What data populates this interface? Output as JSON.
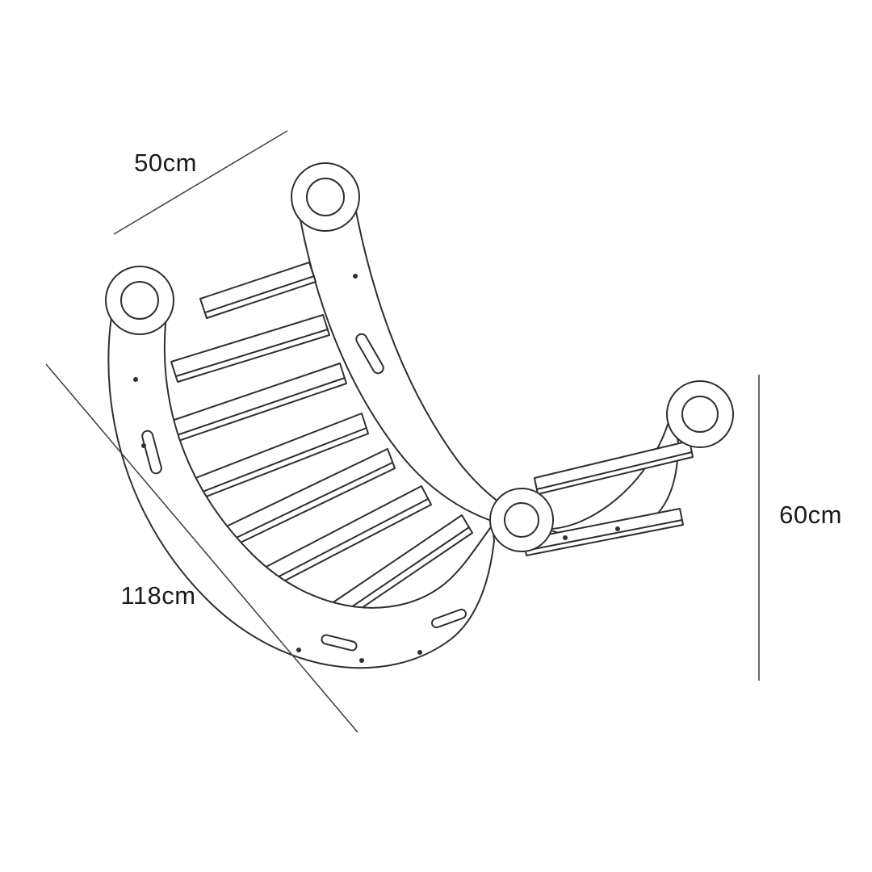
{
  "diagram": {
    "colors": {
      "line": "#2f2f2f",
      "dimension_line": "#454545",
      "text": "#1b1b1b",
      "background": "#ffffff"
    },
    "dimensions": {
      "width": "50cm",
      "length": "118cm",
      "height": "60cm"
    }
  }
}
